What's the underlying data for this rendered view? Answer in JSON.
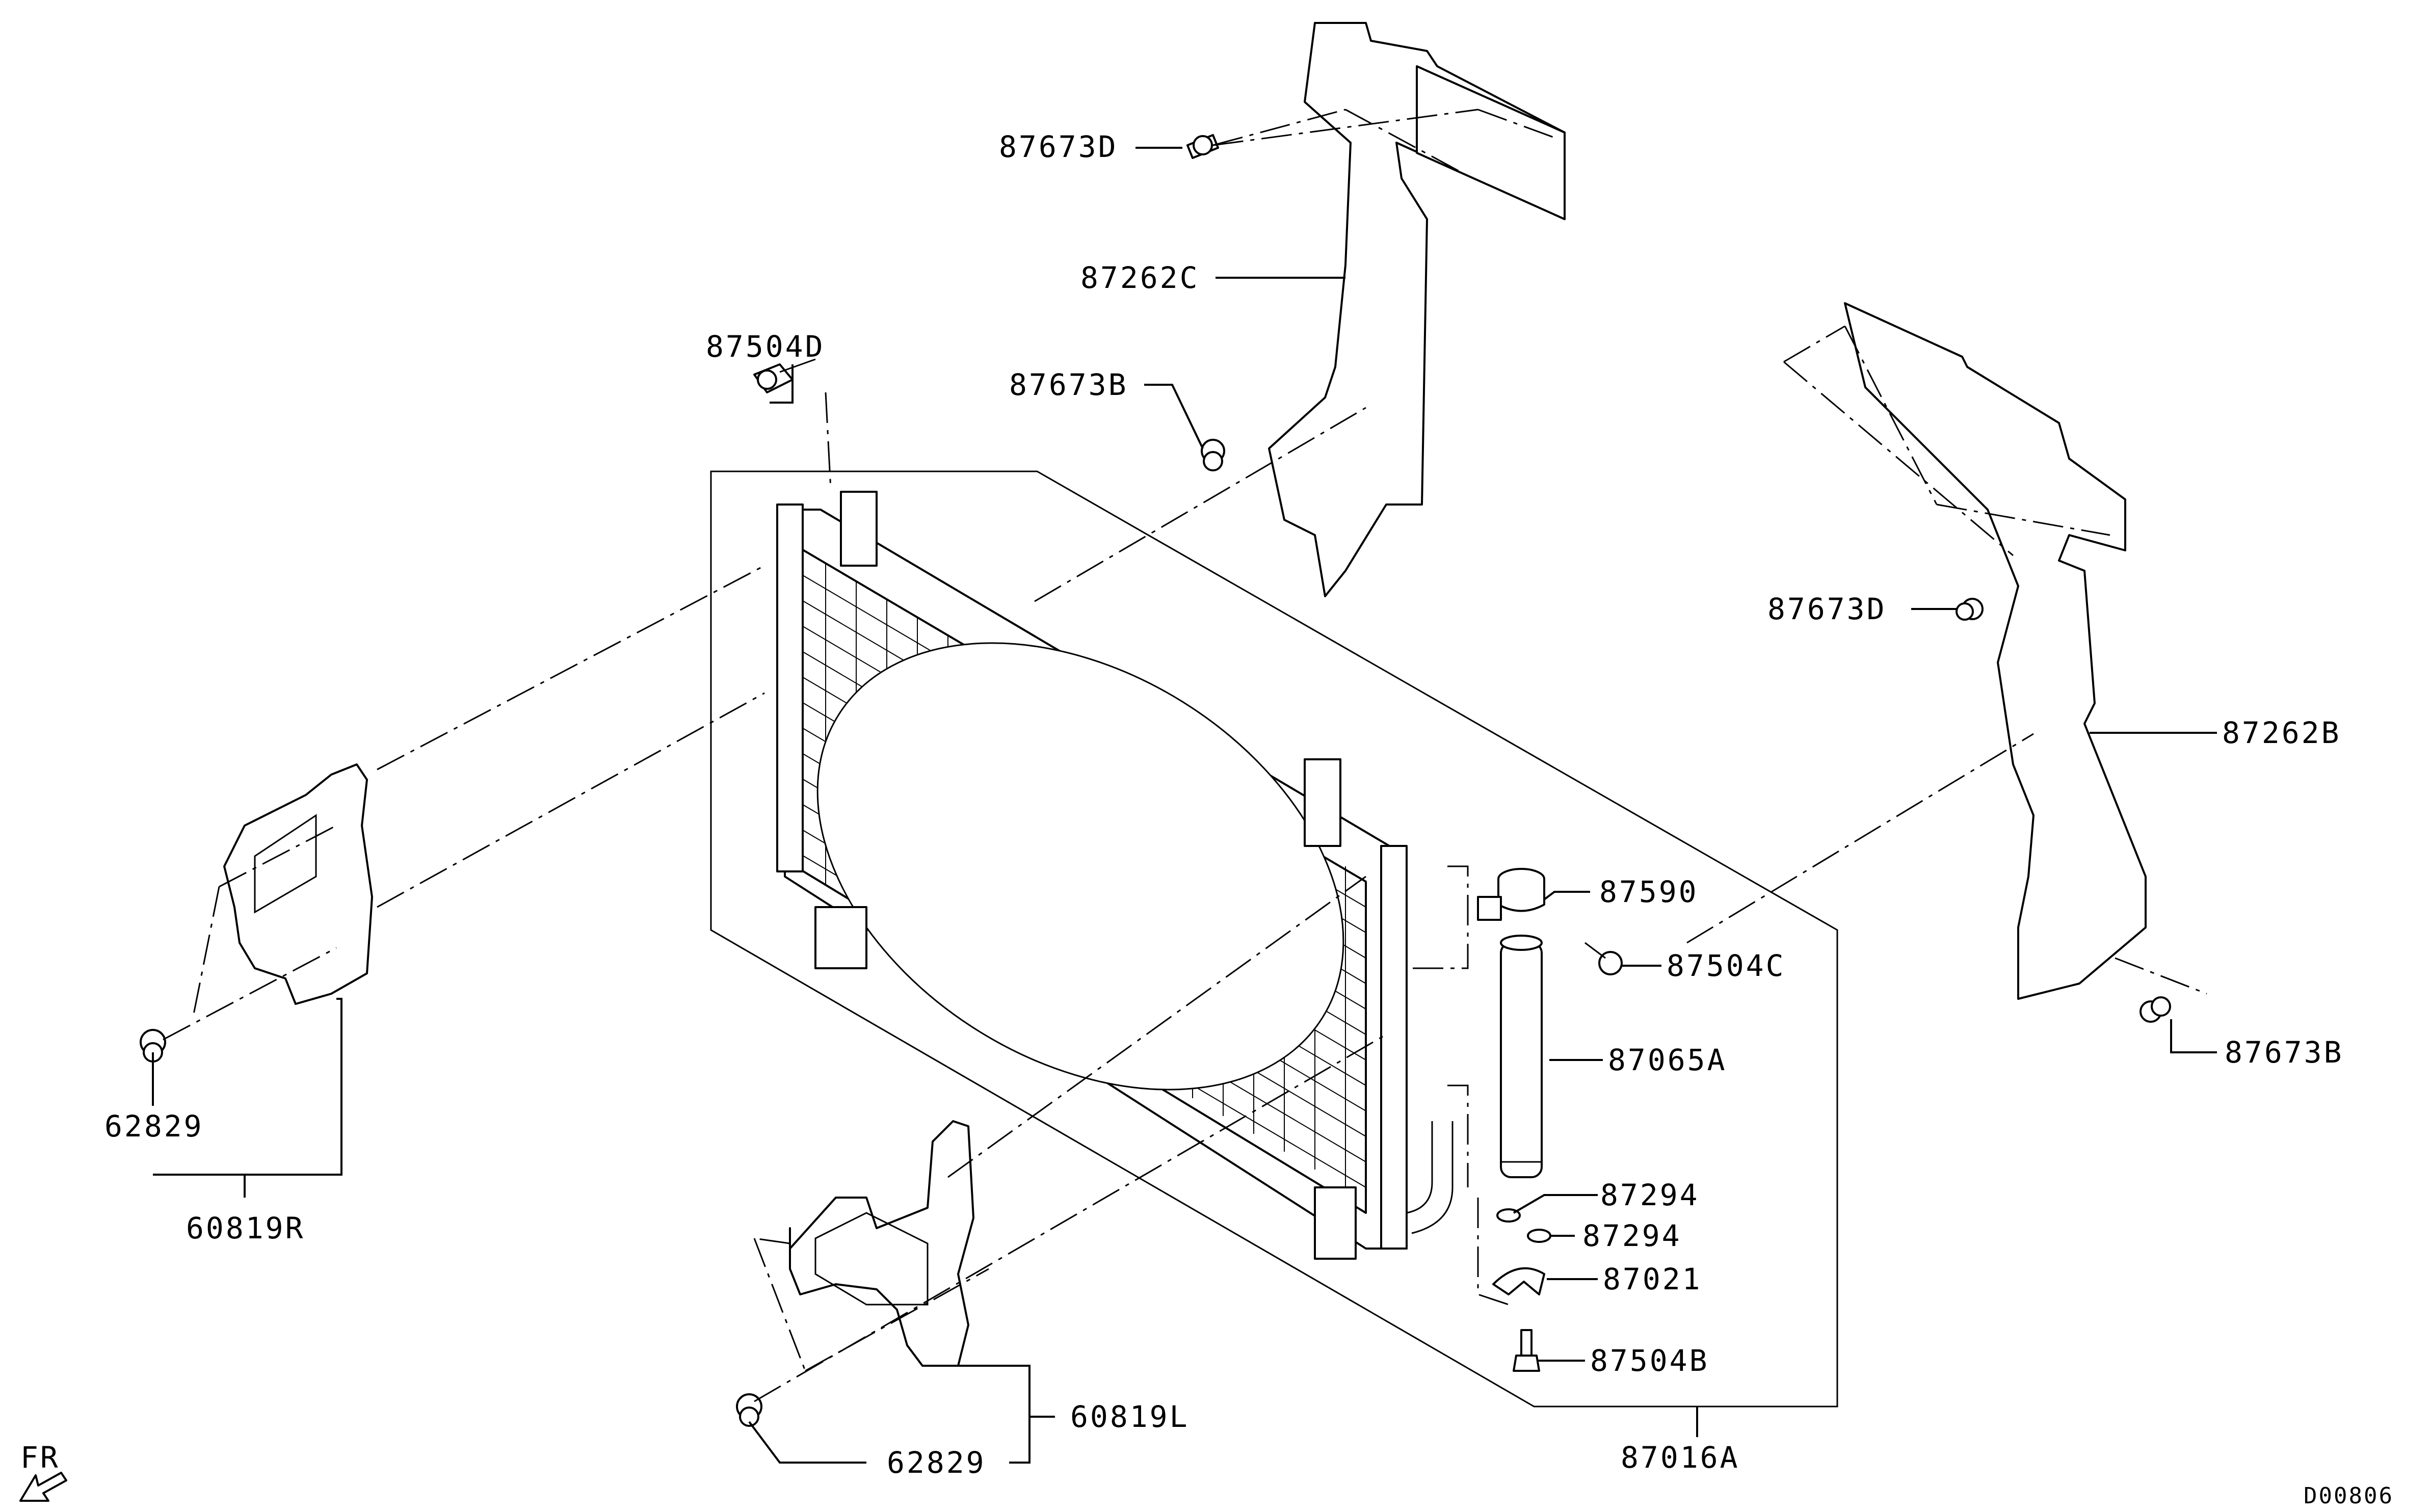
{
  "diagram": {
    "labels": [
      {
        "id": "87673D_top",
        "text": "87673D"
      },
      {
        "id": "87262C",
        "text": "87262C"
      },
      {
        "id": "87673B_left",
        "text": "87673B"
      },
      {
        "id": "87504D",
        "text": "87504D"
      },
      {
        "id": "87673D_right",
        "text": "87673D"
      },
      {
        "id": "87262B",
        "text": "87262B"
      },
      {
        "id": "87673B_right",
        "text": "87673B"
      },
      {
        "id": "87590",
        "text": "87590"
      },
      {
        "id": "87504C",
        "text": "87504C"
      },
      {
        "id": "87065A",
        "text": "87065A"
      },
      {
        "id": "87294_a",
        "text": "87294"
      },
      {
        "id": "87294_b",
        "text": "87294"
      },
      {
        "id": "87021",
        "text": "87021"
      },
      {
        "id": "87504B",
        "text": "87504B"
      },
      {
        "id": "87016A",
        "text": "87016A"
      },
      {
        "id": "62829_left",
        "text": "62829"
      },
      {
        "id": "60819R",
        "text": "60819R"
      },
      {
        "id": "60819L",
        "text": "60819L"
      },
      {
        "id": "62829_bottom",
        "text": "62829"
      }
    ],
    "direction_marker": "FR",
    "diagram_code": "D00806"
  }
}
